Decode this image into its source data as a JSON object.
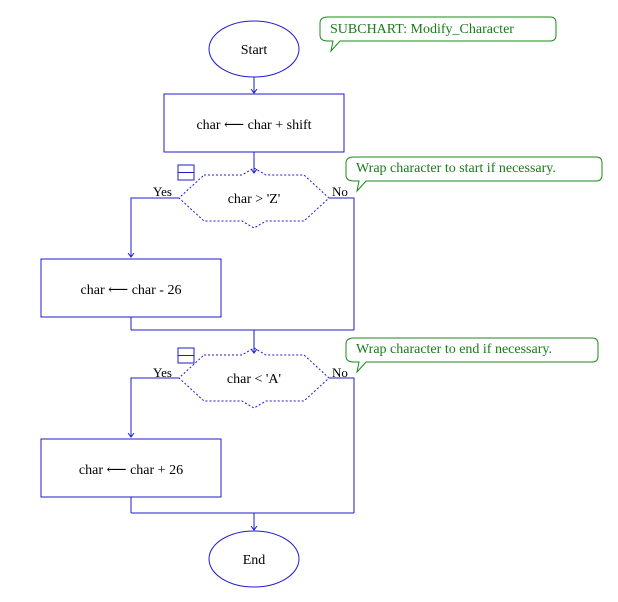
{
  "subchart": {
    "text": "SUBCHART: Modify_Character"
  },
  "nodes": {
    "start": "Start",
    "step1": "char ⟵ char  +  shift",
    "decision1": "char > 'Z'",
    "step2": "char ⟵ char  -  26",
    "decision2": "char < 'A'",
    "step3": "char ⟵ char  +  26",
    "end": "End"
  },
  "branches": {
    "yes": "Yes",
    "no": "No"
  },
  "comments": {
    "decision1": "Wrap character to start if necessary.",
    "decision2": "Wrap character to end if necessary."
  },
  "colors": {
    "flow": "#1c1ccf",
    "comment": "#1a8a1a"
  }
}
